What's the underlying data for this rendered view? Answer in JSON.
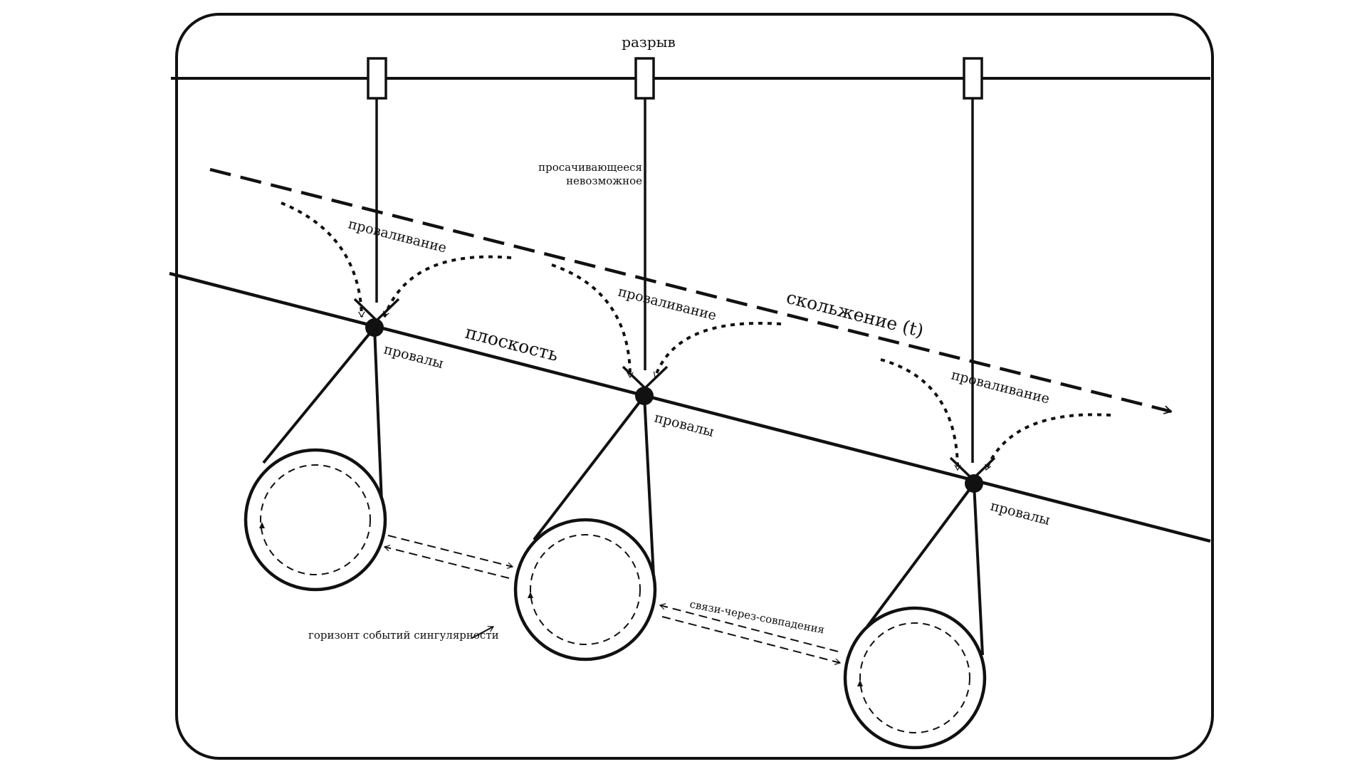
{
  "diagram": {
    "top_label": "разрыв",
    "seep_label_line1": "просачивающееся",
    "seep_label_line2": "невозможное",
    "slide_label": "скольжение (t)",
    "plane_label": "плоскость",
    "fall_label": "проваливание",
    "dips_label": "провалы",
    "horizon_label": "горизонт событий сингулярности",
    "links_label": "связи-через-совпадения"
  },
  "colors": {
    "stroke": "#111111",
    "background": "#ffffff"
  }
}
